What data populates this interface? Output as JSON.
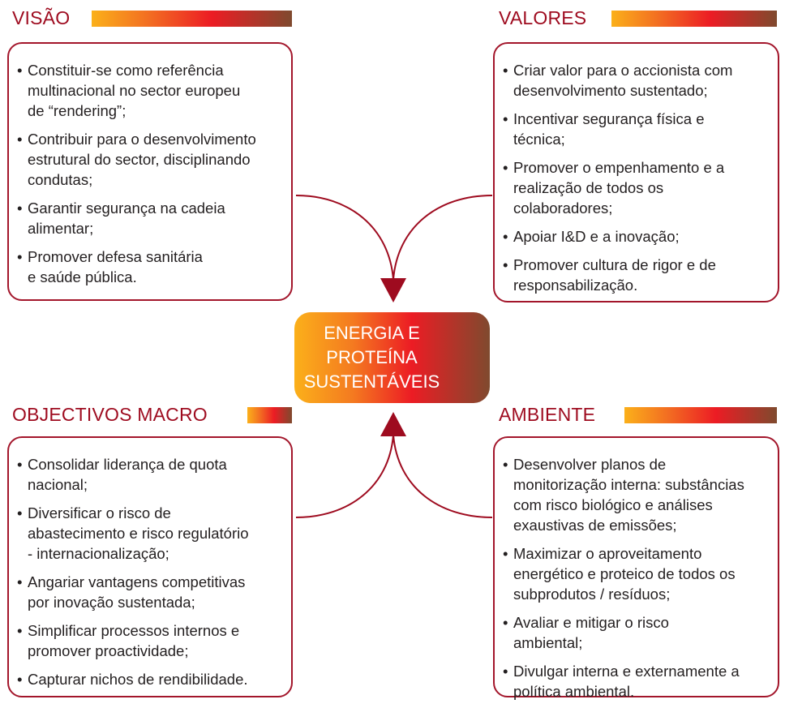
{
  "center": {
    "lines": [
      "ENERGIA E",
      "PROTEÍNA",
      "SUSTENTÁVEIS"
    ]
  },
  "colors": {
    "heading": "#9e0b1f",
    "border": "#a3162b",
    "arrow": "#9e0b1f"
  },
  "sections": [
    {
      "id": "visao",
      "title": "VISÃO",
      "bullets": [
        [
          "Constituir-se como referência",
          "multinacional no sector europeu",
          "de “rendering”;"
        ],
        [
          "Contribuir para o  desenvolvimento",
          "estrutural do sector, disciplinando",
          "condutas;"
        ],
        [
          "Garantir segurança na cadeia",
          "alimentar;"
        ],
        [
          "Promover defesa sanitária",
          "e saúde pública."
        ]
      ]
    },
    {
      "id": "valores",
      "title": "VALORES",
      "bullets": [
        [
          "Criar valor para o accionista com",
          "desenvolvimento sustentado;"
        ],
        [
          "Incentivar segurança física e",
          "técnica;"
        ],
        [
          "Promover o empenhamento e a",
          "realização de todos os",
          "colaboradores;"
        ],
        [
          "Apoiar I&D e a inovação;"
        ],
        [
          "Promover cultura de rigor e de",
          "responsabilização."
        ]
      ]
    },
    {
      "id": "objectivos",
      "title": "OBJECTIVOS MACRO",
      "bullets": [
        [
          "Consolidar liderança de quota",
          "nacional;"
        ],
        [
          "Diversificar o risco de",
          "abastecimento e risco regulatório",
          "- internacionalização;"
        ],
        [
          "Angariar vantagens competitivas",
          "por inovação sustentada;"
        ],
        [
          "Simplificar processos internos e",
          "promover proactividade;"
        ],
        [
          "Capturar nichos de rendibilidade."
        ]
      ]
    },
    {
      "id": "ambiente",
      "title": "AMBIENTE",
      "bullets": [
        [
          "Desenvolver planos de",
          "monitorização interna: substâncias",
          "com risco biológico e análises",
          "exaustivas de emissões;"
        ],
        [
          "Maximizar o aproveitamento",
          "energético e proteico de todos os",
          "subprodutos / resíduos;"
        ],
        [
          "Avaliar e mitigar o risco",
          "ambiental;"
        ],
        [
          "Divulgar interna e externamente a",
          "política ambiental."
        ]
      ]
    }
  ]
}
